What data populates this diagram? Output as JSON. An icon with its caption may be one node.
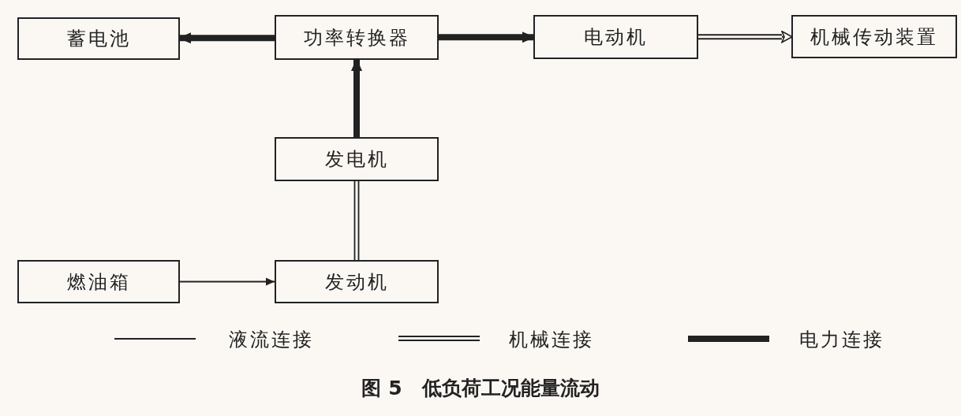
{
  "diagram": {
    "caption": "图 5　低负荷工况能量流动",
    "nodes": [
      {
        "text": [
          "蓄电池"
        ]
      },
      {
        "text": [
          "功率转换器"
        ]
      },
      {
        "text": [
          "电动机"
        ]
      },
      {
        "text": [
          "机械传动装置"
        ]
      },
      {
        "text": [
          "发电机"
        ]
      },
      {
        "text": [
          "燃油箱"
        ]
      },
      {
        "text": [
          "发动机"
        ]
      }
    ],
    "edges": [
      {
        "from": 1,
        "to": 0,
        "arrow": "to",
        "style": "thick"
      },
      {
        "from": 1,
        "to": 2,
        "arrow": "to",
        "style": "thick"
      },
      {
        "from": 2,
        "to": 3,
        "arrow": "to"
      },
      {
        "from": 4,
        "to": 1,
        "arrow": "to",
        "style": "thick"
      },
      {
        "from": 5,
        "to": 6,
        "arrow": "to"
      },
      {
        "from": 6,
        "to": 4,
        "arrow": "none"
      }
    ],
    "legend": [
      {
        "text": "液流连接"
      },
      {
        "text": "机械连接"
      },
      {
        "text": "电力连接"
      }
    ]
  }
}
